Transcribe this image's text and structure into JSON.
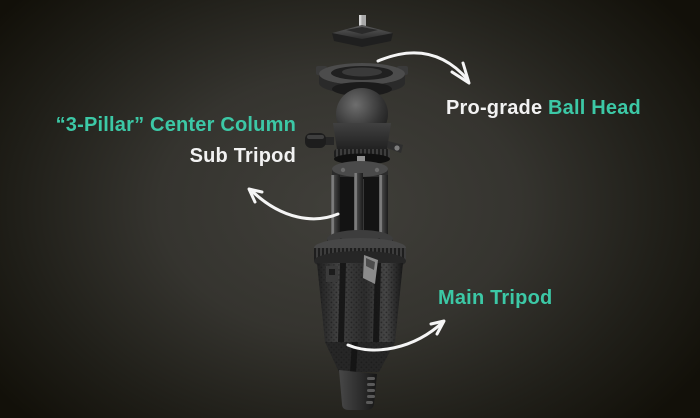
{
  "labels": {
    "ball_head": {
      "prefix": "Pro-grade ",
      "highlight": "Ball Head"
    },
    "center_column": "“3-Pillar” Center Column",
    "sub_tripod": "Sub Tripod",
    "main_tripod": "Main Tripod"
  },
  "colors": {
    "accent": "#3cc8a6",
    "text": "#f2f2f2",
    "arrow": "#f5f5f5",
    "bg_center": "#403f3a",
    "bg_edge": "#121009"
  },
  "illustration": {
    "subject": "tripod-exploded-view",
    "parts": [
      "quick-release-plate",
      "ball-head",
      "center-column-sub-tripod",
      "main-tripod"
    ],
    "arrow_icons": [
      "curved-arrow-to-ball-head",
      "curved-arrow-to-sub-tripod",
      "curved-arrow-to-main-tripod"
    ]
  }
}
